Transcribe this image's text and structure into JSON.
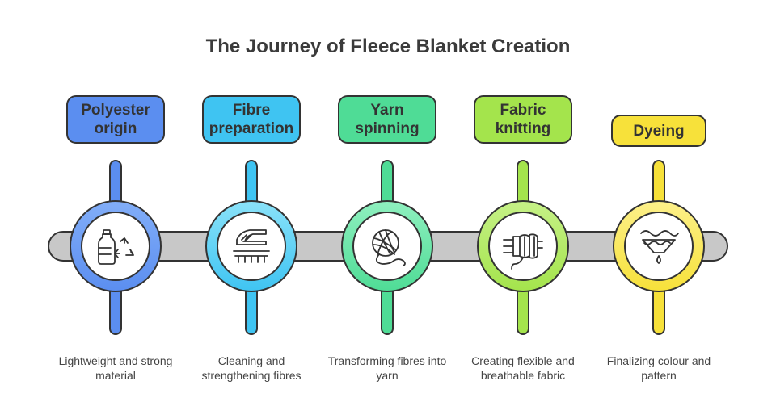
{
  "title": "The Journey of Fleece Blanket Creation",
  "colors": {
    "track": "#c8c8c8",
    "outline": "#333333",
    "blue": "#5b8ef0",
    "cyan": "#3fc4f2",
    "green": "#4fdc96",
    "lime": "#a4e44c",
    "yellow": "#f7e13a"
  },
  "steps": [
    {
      "label": "Polyester origin",
      "description": "Lightweight and strong material",
      "icon": "bottle-recycle-icon",
      "color_key": "blue",
      "fill_top": "#82aef8",
      "fill_bottom": "#5b8ef0"
    },
    {
      "label": "Fibre preparation",
      "description": "Cleaning and strengthening fibres",
      "icon": "carding-machine-icon",
      "color_key": "cyan",
      "fill_top": "#8ae2f9",
      "fill_bottom": "#3fc4f2"
    },
    {
      "label": "Yarn spinning",
      "description": "Transforming fibres into yarn",
      "icon": "yarn-ball-icon",
      "color_key": "green",
      "fill_top": "#8ff0bf",
      "fill_bottom": "#4fdc96"
    },
    {
      "label": "Fabric knitting",
      "description": "Creating flexible and breathable fabric",
      "icon": "knitting-icon",
      "color_key": "lime",
      "fill_top": "#c6f187",
      "fill_bottom": "#a4e44c"
    },
    {
      "label": "Dyeing",
      "description": "Finalizing colour and pattern",
      "icon": "dye-bath-icon",
      "color_key": "yellow",
      "fill_top": "#fcf08a",
      "fill_bottom": "#f7e13a"
    }
  ]
}
